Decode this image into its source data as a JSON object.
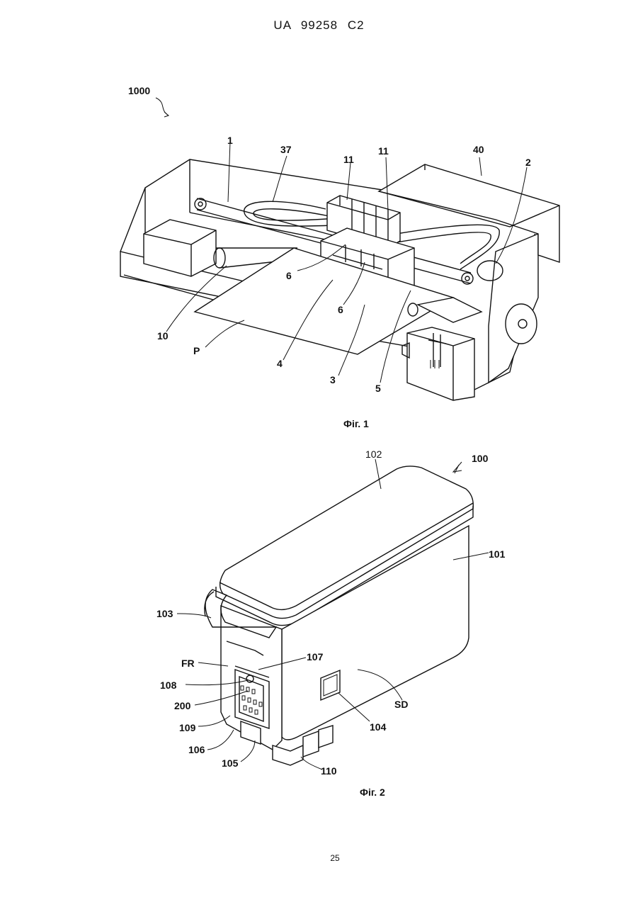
{
  "header": {
    "doc_id": "UA 99258 C2"
  },
  "figure1": {
    "caption": "Фіг. 1",
    "labels": {
      "ref_1000": "1000",
      "ref_1": "1",
      "ref_37": "37",
      "ref_11a": "11",
      "ref_11b": "11",
      "ref_40": "40",
      "ref_2": "2",
      "ref_6a": "6",
      "ref_6b": "6",
      "ref_10": "10",
      "ref_P": "P",
      "ref_4": "4",
      "ref_3": "3",
      "ref_5": "5"
    }
  },
  "figure2": {
    "caption": "Фіг. 2",
    "labels": {
      "ref_100": "100",
      "ref_102": "102",
      "ref_101": "101",
      "ref_103": "103",
      "ref_107": "107",
      "ref_FR": "FR",
      "ref_108": "108",
      "ref_200": "200",
      "ref_SD": "SD",
      "ref_104": "104",
      "ref_109": "109",
      "ref_106": "106",
      "ref_105": "105",
      "ref_110": "110"
    }
  },
  "footer": {
    "page_number": "25"
  }
}
